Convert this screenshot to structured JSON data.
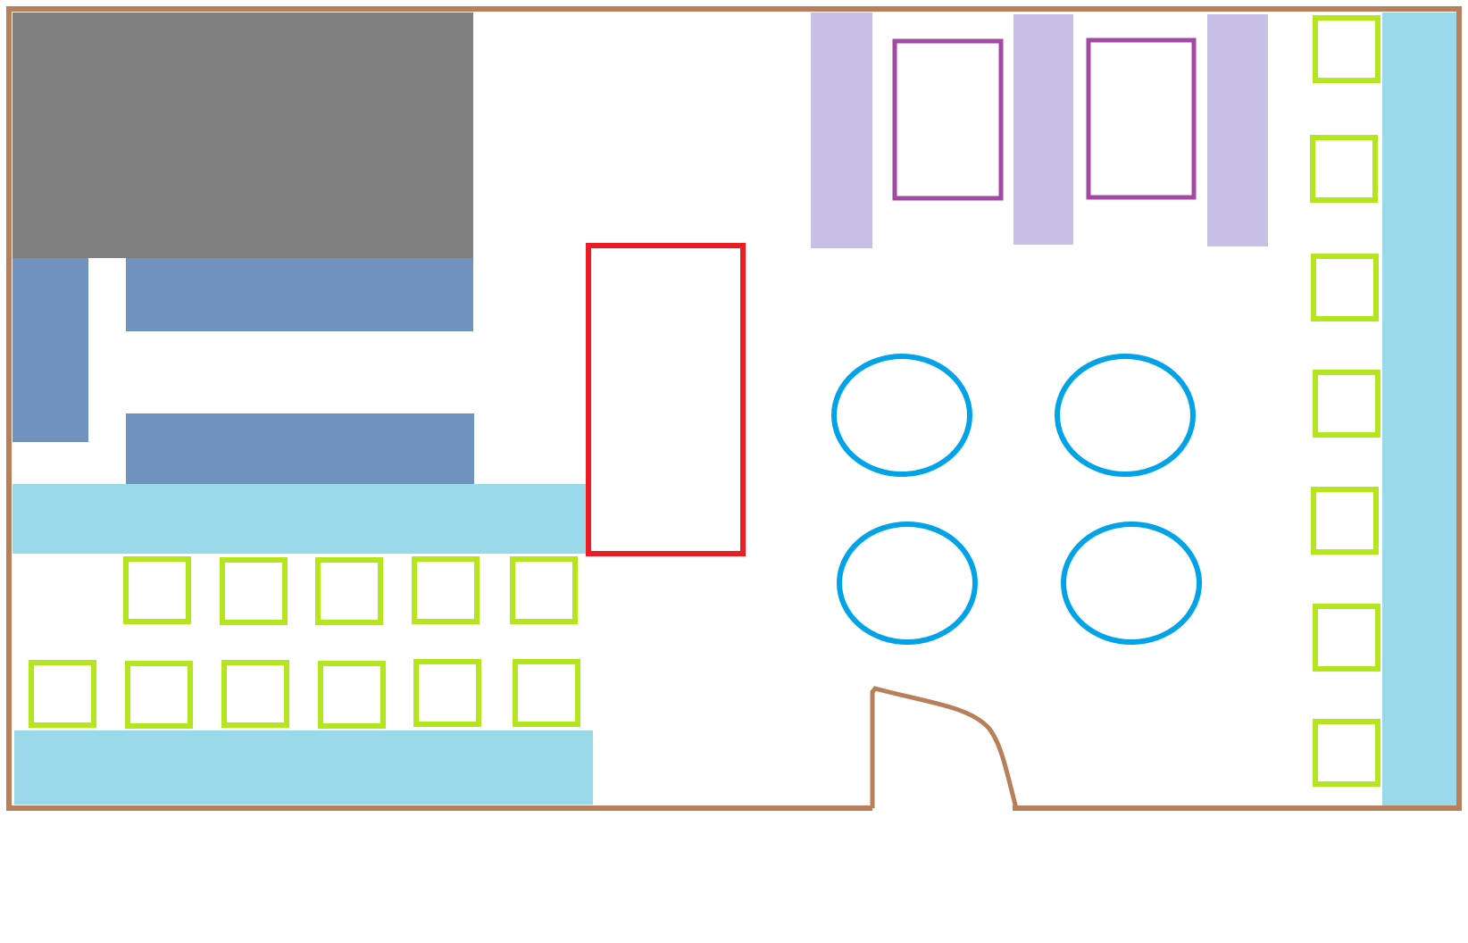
{
  "diagram": {
    "kind": "floor-plan",
    "colors": {
      "wall": "#b97e5a",
      "storage": "#808080",
      "shelf": "#7092be",
      "counter": "#99d9ea",
      "display_panel": "#c8bfe7",
      "display_frame": "#a349a4",
      "stand": "#ed1c24",
      "round_table": "#00a2e8",
      "seat": "#b5e61d",
      "background": "#ffffff"
    },
    "counts": {
      "round_tables": 4,
      "seats_left_area": 11,
      "seats_right_wall": 7,
      "display_panels": 3,
      "display_frames": 2
    },
    "has_text_labels": false
  }
}
